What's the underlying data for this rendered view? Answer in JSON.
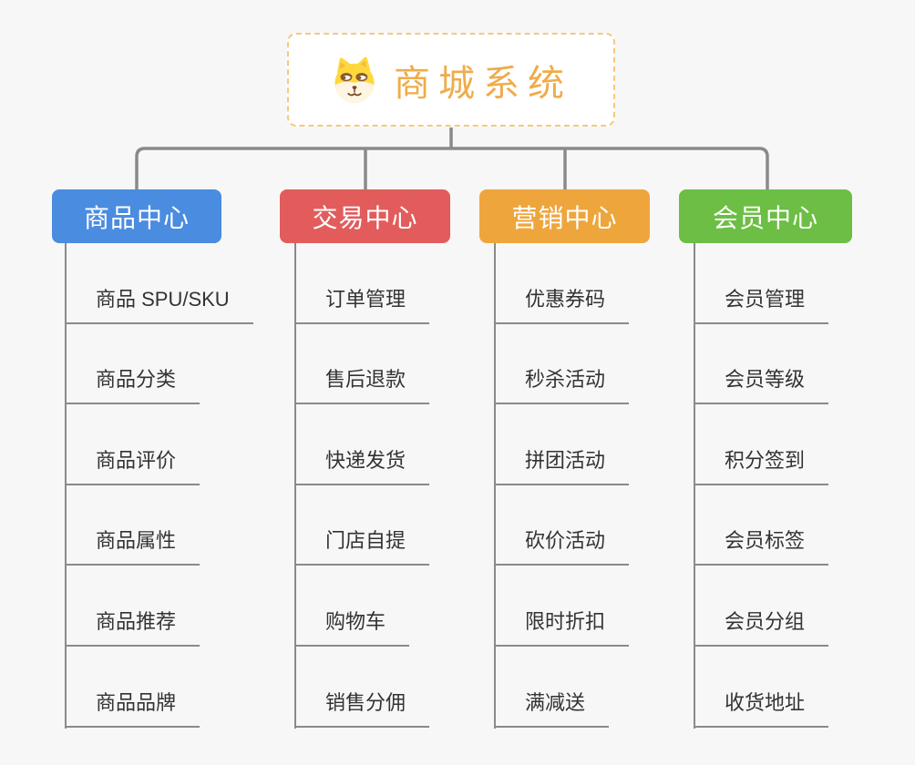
{
  "root": {
    "title": "商城系统",
    "icon": "shiba-dog-icon"
  },
  "branches": [
    {
      "label": "商品中心",
      "color": "#4a8cdf",
      "children": [
        "商品 SPU/SKU",
        "商品分类",
        "商品评价",
        "商品属性",
        "商品推荐",
        "商品品牌"
      ]
    },
    {
      "label": "交易中心",
      "color": "#e25c5c",
      "children": [
        "订单管理",
        "售后退款",
        "快递发货",
        "门店自提",
        "购物车",
        "销售分佣"
      ]
    },
    {
      "label": "营销中心",
      "color": "#eea63c",
      "children": [
        "优惠券码",
        "秒杀活动",
        "拼团活动",
        "砍价活动",
        "限时折扣",
        "满减送"
      ]
    },
    {
      "label": "会员中心",
      "color": "#6cbe45",
      "children": [
        "会员管理",
        "会员等级",
        "积分签到",
        "会员标签",
        "会员分组",
        "收货地址"
      ]
    }
  ],
  "colors": {
    "background": "#f7f7f7",
    "connector": "#8a8a8a",
    "root_border": "#f6c87e",
    "root_text": "#efac4a",
    "leaf_text": "#333333"
  }
}
